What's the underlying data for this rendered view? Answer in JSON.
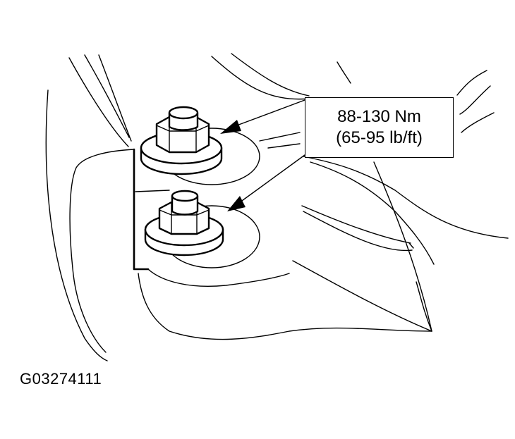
{
  "diagram": {
    "callout": {
      "torque_nm": "88-130 Nm",
      "torque_lbft": "(65-95 lb/ft)"
    },
    "figure_id": "G03274111",
    "parts": [
      "upper-bolt",
      "lower-bolt",
      "mounting-bracket"
    ]
  }
}
